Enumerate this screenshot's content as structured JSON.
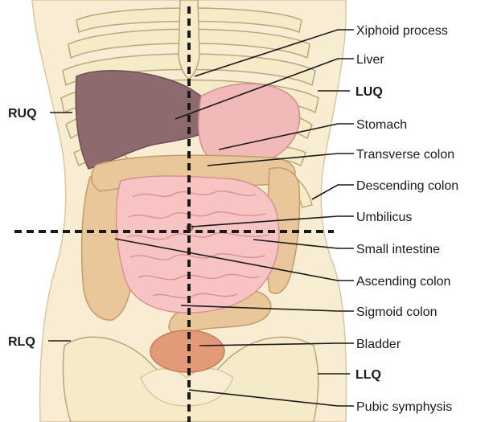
{
  "quadrants": {
    "ruq": "RUQ",
    "luq": "LUQ",
    "rlq": "RLQ",
    "llq": "LLQ"
  },
  "organs": {
    "xiphoid": "Xiphoid process",
    "liver": "Liver",
    "stomach": "Stomach",
    "transverse_colon": "Transverse colon",
    "descending_colon": "Descending colon",
    "umbilicus": "Umbilicus",
    "small_intestine": "Small intestine",
    "ascending_colon": "Ascending colon",
    "sigmoid_colon": "Sigmoid colon",
    "bladder": "Bladder",
    "pubic_symphysis": "Pubic symphysis"
  },
  "colors": {
    "skin": "#f8ecd3",
    "bone": "#f6ebc8",
    "liver": "#8c6a6e",
    "stomach": "#f2b9b9",
    "colon": "#e9c79a",
    "small_intestine": "#f8c3c3",
    "bladder": "#e39a78",
    "lines": "#1a1a1a"
  }
}
